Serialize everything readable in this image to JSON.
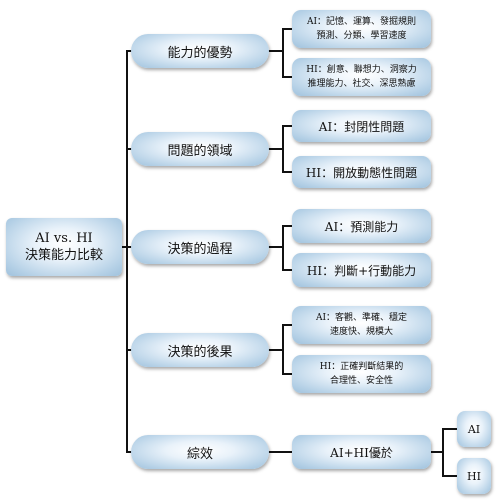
{
  "root": {
    "label": "AI vs. HI\n決策能力比較"
  },
  "branches": [
    {
      "label": "能力的優勢",
      "children": [
        {
          "label": "AI：記憶、運算、發掘規則\n預測、分類、學習速度"
        },
        {
          "label": "HI：創意、聯想力、洞察力\n推理能力、社交、深思熟慮"
        }
      ]
    },
    {
      "label": "問題的領域",
      "children": [
        {
          "label": "AI：封閉性問題"
        },
        {
          "label": "HI：開放動態性問題"
        }
      ]
    },
    {
      "label": "決策的過程",
      "children": [
        {
          "label": "AI：預測能力"
        },
        {
          "label": "HI：判斷+行動能力"
        }
      ]
    },
    {
      "label": "決策的後果",
      "children": [
        {
          "label": "AI：客觀、準確、穩定\n速度快、規模大"
        },
        {
          "label": "HI：正確判斷結果的\n合理性、安全性"
        }
      ]
    },
    {
      "label": "綜效",
      "children": [
        {
          "label": "AI+HI優於"
        }
      ],
      "leaves": [
        {
          "label": "AI"
        },
        {
          "label": "HI"
        }
      ]
    }
  ]
}
